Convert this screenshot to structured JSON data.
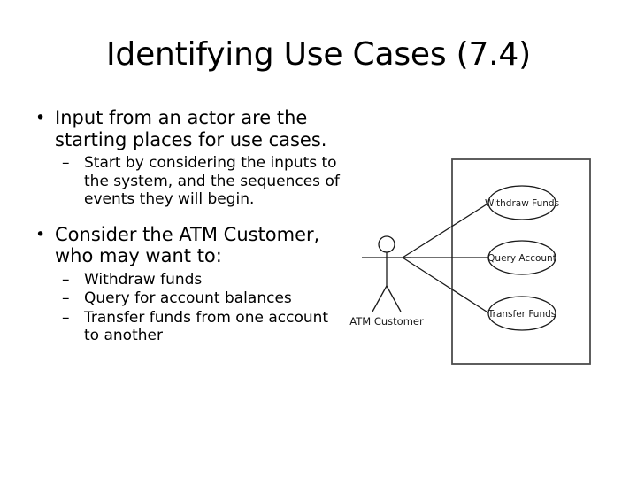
{
  "slide": {
    "title": "Identifying Use Cases (7.4)",
    "background_color": "#ffffff",
    "text_color": "#000000"
  },
  "content": {
    "groups": [
      {
        "bullet": "Input from an actor are the starting places for use cases.",
        "bullet_marker": "•",
        "sub_marker": "–",
        "sub_bullets": [
          "Start by considering the inputs to the system, and the sequences of events they will begin."
        ]
      },
      {
        "bullet": "Consider the ATM Customer, who may want to:",
        "bullet_marker": "•",
        "sub_marker": "–",
        "sub_bullets": [
          "Withdraw funds",
          "Query for account balances",
          "Transfer funds from one account to another"
        ]
      }
    ]
  },
  "diagram": {
    "type": "uml-use-case",
    "actor": {
      "label": "ATM Customer"
    },
    "system_boundary": {
      "label": ""
    },
    "use_cases": [
      {
        "label": "Withdraw Funds"
      },
      {
        "label": "Query Account"
      },
      {
        "label": "Transfer Funds"
      }
    ],
    "associations": [
      {
        "from": "ATM Customer",
        "to": "Withdraw Funds"
      },
      {
        "from": "ATM Customer",
        "to": "Query Account"
      },
      {
        "from": "ATM Customer",
        "to": "Transfer Funds"
      }
    ],
    "stroke_color": "#1a1a1a",
    "boundary_color": "#4d4d4d",
    "fill_color": "#ffffff"
  }
}
